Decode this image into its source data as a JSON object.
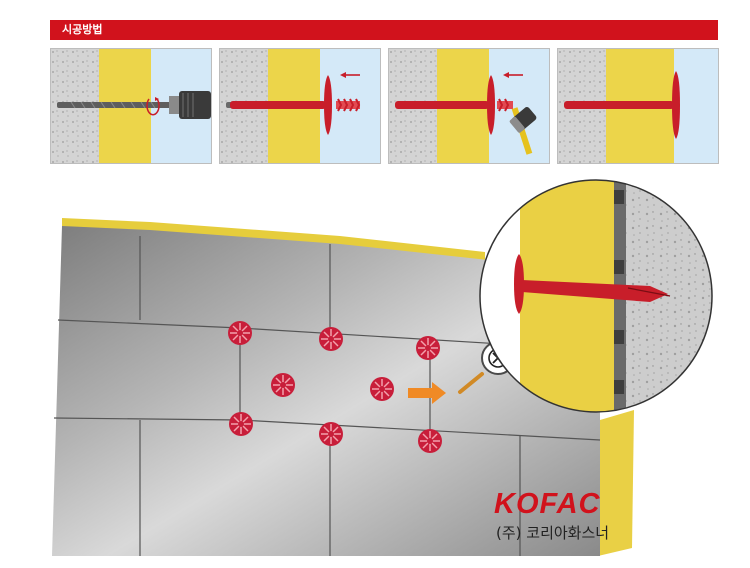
{
  "header": {
    "title": "시공방법",
    "bar_color": "#d1121c"
  },
  "colors": {
    "concrete": "#cfcfcf",
    "insulation": "#ecd54a",
    "render_layer": "#cfe6f7",
    "anchor_red": "#c81e2a",
    "board_gray": "#a3a3a3",
    "pointer_orange": "#f08a25"
  },
  "steps": [
    {
      "tool": "drill-icon"
    },
    {
      "tool": "insert-arrow-icon"
    },
    {
      "tool": "hammer-icon"
    },
    {
      "tool": "finished-anchor-icon"
    }
  ],
  "callout": {
    "marker": "⊗"
  },
  "brand": {
    "logo": "KOFAC",
    "company": "(주) 코리아화스너",
    "logo_color": "#d1121c"
  }
}
